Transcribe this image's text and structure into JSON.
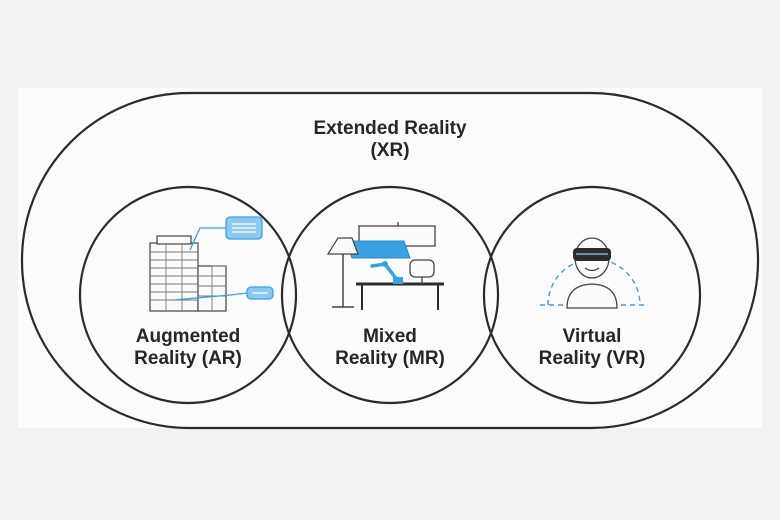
{
  "outer": {
    "title_line1": "Extended Reality",
    "title_line2": "(XR)"
  },
  "circles": [
    {
      "id": "ar",
      "line1": "Augmented",
      "line2": "Reality (AR)",
      "icon": "building-with-callouts-icon"
    },
    {
      "id": "mr",
      "line1": "Mixed",
      "line2": "Reality (MR)",
      "icon": "lamp-desk-robot-arm-icon"
    },
    {
      "id": "vr",
      "line1": "Virtual",
      "line2": "Reality (VR)",
      "icon": "vr-headset-person-icon"
    }
  ],
  "colors": {
    "accent": "#3aa0e0",
    "accent_light": "#8ccaf0",
    "stroke": "#2b2b2b",
    "text": "#262626"
  }
}
